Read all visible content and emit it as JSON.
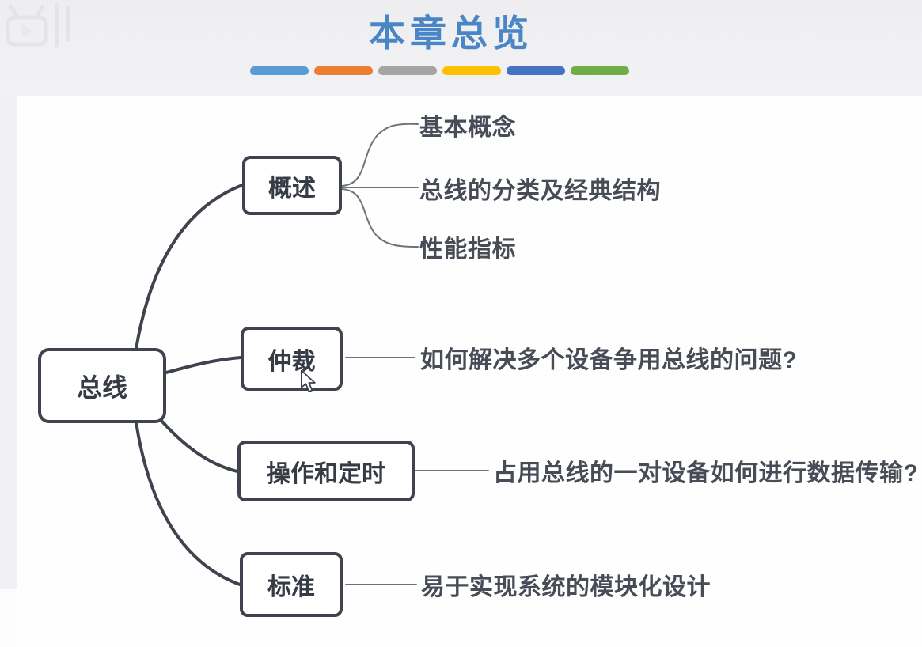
{
  "header": {
    "title": "本章总览",
    "accent_bars": [
      "#5b9bd5",
      "#ed7d31",
      "#a5a5a5",
      "#ffc000",
      "#4472c4",
      "#70ad47"
    ]
  },
  "mindmap": {
    "root": {
      "label": "总线"
    },
    "branches": [
      {
        "label": "概述",
        "children": [
          "基本概念",
          "总线的分类及经典结构",
          "性能指标"
        ]
      },
      {
        "label": "仲裁",
        "children": [
          "如何解决多个设备争用总线的问题?"
        ]
      },
      {
        "label": "操作和定时",
        "children": [
          "占用总线的一对设备如何进行数据传输?"
        ]
      },
      {
        "label": "标准",
        "children": [
          "易于实现系统的模块化设计"
        ]
      }
    ]
  },
  "colors": {
    "title_blue": "#4a86c5",
    "ink": "#3e434e",
    "branch_line": "#6e737b",
    "node_text": "#363b45",
    "leaf_text": "#474c56"
  }
}
